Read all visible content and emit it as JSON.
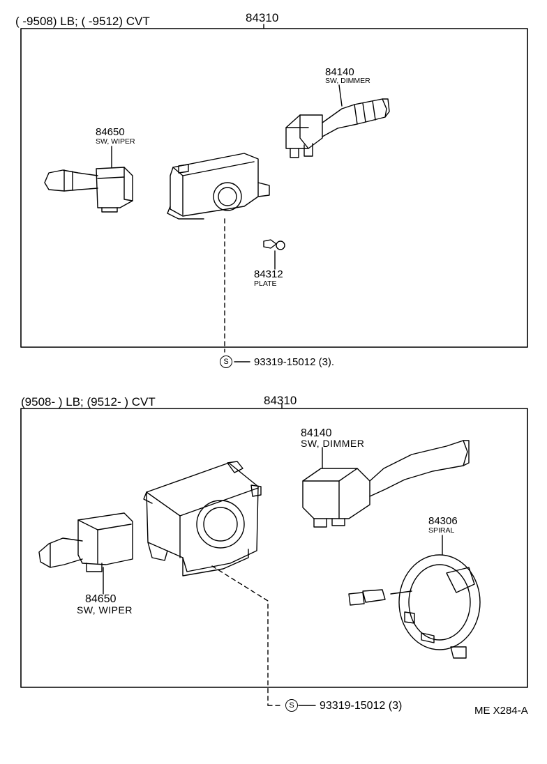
{
  "section_top": {
    "header": "(      -9508) LB; (      -9512) CVT",
    "assembly_no": "84310",
    "parts": [
      {
        "no": "84140",
        "name": "SW, DIMMER"
      },
      {
        "no": "84650",
        "name": "SW, WIPER"
      },
      {
        "no": "84312",
        "name": "PLATE"
      }
    ],
    "screw": {
      "symbol": "S",
      "label": "93319-15012 (3)."
    }
  },
  "section_bottom": {
    "header": "(9508-       ) LB; (9512-       ) CVT",
    "assembly_no": "84310",
    "parts": [
      {
        "no": "84140",
        "name": "SW, DIMMER"
      },
      {
        "no": "84306",
        "name": "SPIRAL"
      },
      {
        "no": "84650",
        "name": "SW, WIPER"
      }
    ],
    "screw": {
      "symbol": "S",
      "label": "93319-15012 (3)"
    }
  },
  "diagram_code": "ME X284-A"
}
